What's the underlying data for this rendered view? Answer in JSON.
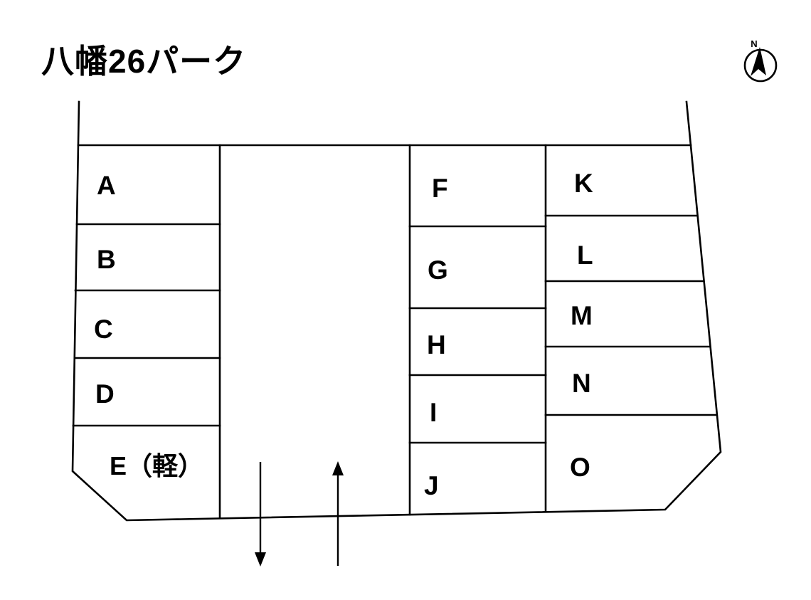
{
  "title": "八幡26パーク",
  "compass": {
    "label": "N"
  },
  "lot": {
    "stalls": [
      {
        "label": "A"
      },
      {
        "label": "B"
      },
      {
        "label": "C"
      },
      {
        "label": "D"
      },
      {
        "label": "E（軽）"
      },
      {
        "label": "F"
      },
      {
        "label": "G"
      },
      {
        "label": "H"
      },
      {
        "label": "I"
      },
      {
        "label": "J"
      },
      {
        "label": "K"
      },
      {
        "label": "L"
      },
      {
        "label": "M"
      },
      {
        "label": "N"
      },
      {
        "label": "O"
      }
    ],
    "arrows": [
      {
        "name": "exit-arrow",
        "direction": "down"
      },
      {
        "name": "entrance-arrow",
        "direction": "up"
      }
    ]
  },
  "colors": {
    "line": "#000000",
    "background": "#ffffff",
    "text": "#000000"
  }
}
